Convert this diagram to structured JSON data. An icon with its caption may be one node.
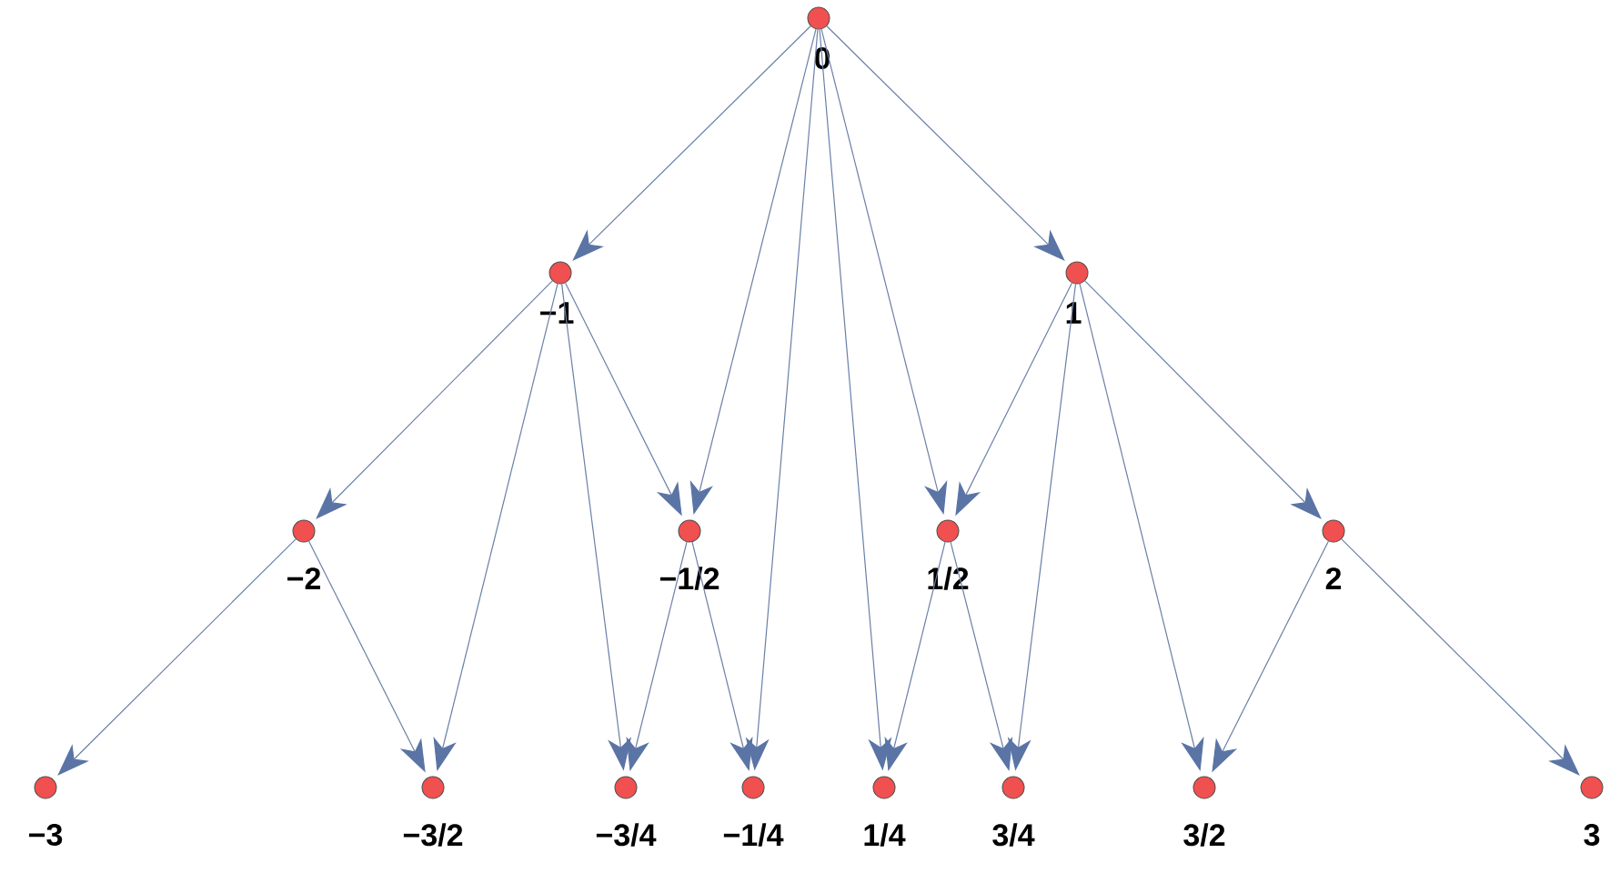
{
  "diagram": {
    "nodes": [
      {
        "text": [
          "0"
        ]
      },
      {
        "text": [
          "−1"
        ]
      },
      {
        "text": [
          "1"
        ]
      },
      {
        "text": [
          "−2"
        ]
      },
      {
        "text": [
          "−1/2"
        ]
      },
      {
        "text": [
          "1/2"
        ]
      },
      {
        "text": [
          "2"
        ]
      },
      {
        "text": [
          "−3"
        ]
      },
      {
        "text": [
          "−3/2"
        ]
      },
      {
        "text": [
          "−3/4"
        ]
      },
      {
        "text": [
          "−1/4"
        ]
      },
      {
        "text": [
          "1/4"
        ]
      },
      {
        "text": [
          "3/4"
        ]
      },
      {
        "text": [
          "3/2"
        ]
      },
      {
        "text": [
          "3"
        ]
      }
    ],
    "edges": [
      {
        "from": 0,
        "to": 1,
        "arrow": "to"
      },
      {
        "from": 0,
        "to": 2,
        "arrow": "to"
      },
      {
        "from": 0,
        "to": 4,
        "arrow": "to"
      },
      {
        "from": 0,
        "to": 5,
        "arrow": "to"
      },
      {
        "from": 0,
        "to": 10,
        "arrow": "to"
      },
      {
        "from": 0,
        "to": 11,
        "arrow": "to"
      },
      {
        "from": 1,
        "to": 3,
        "arrow": "to"
      },
      {
        "from": 1,
        "to": 4,
        "arrow": "to"
      },
      {
        "from": 1,
        "to": 8,
        "arrow": "to"
      },
      {
        "from": 1,
        "to": 9,
        "arrow": "to"
      },
      {
        "from": 2,
        "to": 5,
        "arrow": "to"
      },
      {
        "from": 2,
        "to": 6,
        "arrow": "to"
      },
      {
        "from": 2,
        "to": 12,
        "arrow": "to"
      },
      {
        "from": 2,
        "to": 13,
        "arrow": "to"
      },
      {
        "from": 3,
        "to": 7,
        "arrow": "to"
      },
      {
        "from": 3,
        "to": 8,
        "arrow": "to"
      },
      {
        "from": 4,
        "to": 9,
        "arrow": "to"
      },
      {
        "from": 4,
        "to": 10,
        "arrow": "to"
      },
      {
        "from": 5,
        "to": 11,
        "arrow": "to"
      },
      {
        "from": 5,
        "to": 12,
        "arrow": "to"
      },
      {
        "from": 6,
        "to": 13,
        "arrow": "to"
      },
      {
        "from": 6,
        "to": 14,
        "arrow": "to"
      }
    ]
  }
}
